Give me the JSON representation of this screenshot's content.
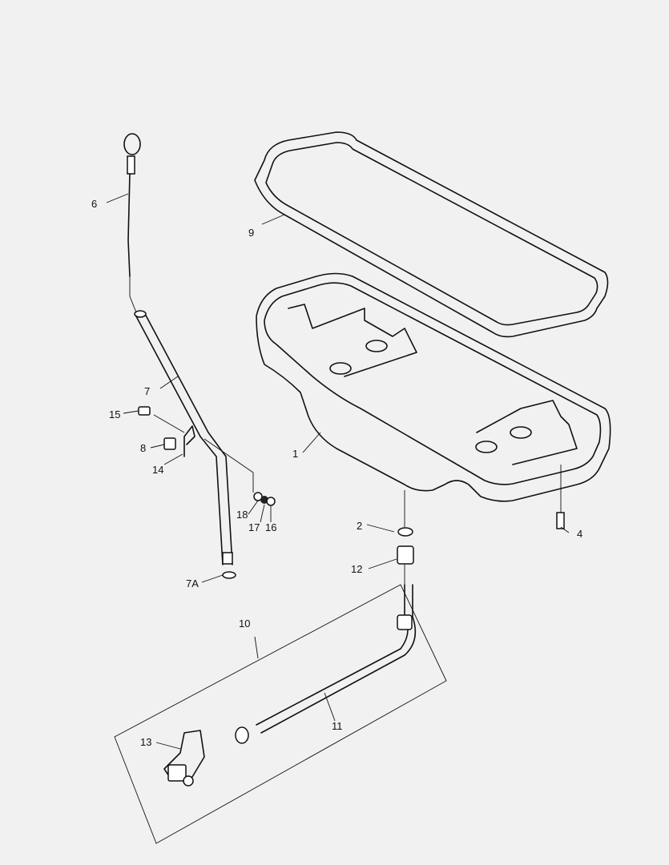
{
  "diagram": {
    "callouts": [
      {
        "id": "1",
        "label": "1"
      },
      {
        "id": "2",
        "label": "2"
      },
      {
        "id": "4",
        "label": "4"
      },
      {
        "id": "6",
        "label": "6"
      },
      {
        "id": "7",
        "label": "7"
      },
      {
        "id": "7A",
        "label": "7A"
      },
      {
        "id": "8",
        "label": "8"
      },
      {
        "id": "9",
        "label": "9"
      },
      {
        "id": "10",
        "label": "10"
      },
      {
        "id": "11",
        "label": "11"
      },
      {
        "id": "12",
        "label": "12"
      },
      {
        "id": "13",
        "label": "13"
      },
      {
        "id": "14",
        "label": "14"
      },
      {
        "id": "15",
        "label": "15"
      },
      {
        "id": "16",
        "label": "16"
      },
      {
        "id": "17",
        "label": "17"
      },
      {
        "id": "18",
        "label": "18"
      }
    ],
    "colors": {
      "background": "#f1f1f1",
      "line": "#111111"
    }
  }
}
